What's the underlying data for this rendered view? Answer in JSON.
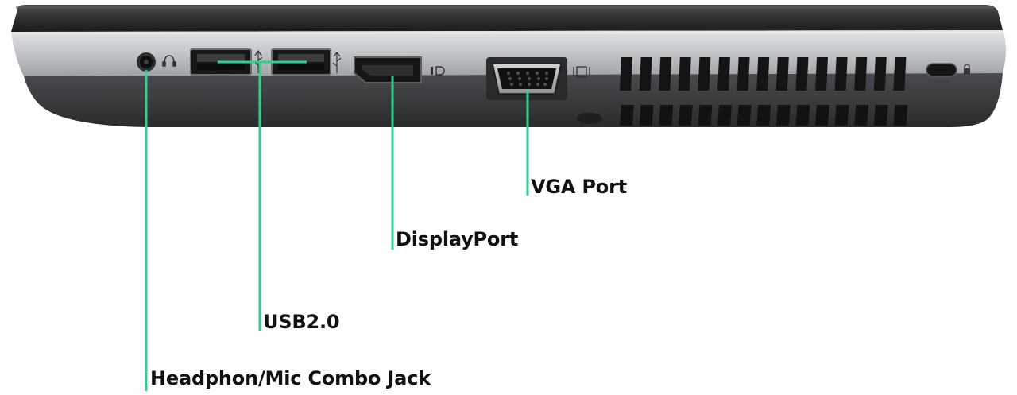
{
  "figure": {
    "labels": {
      "vga": "VGA Port",
      "displayport": "DisplayPort",
      "usb": "USB2.0",
      "jack": "Headphon/Mic Combo Jack"
    },
    "colors": {
      "callout_line": "#2fd08e",
      "chassis_top": "#2b2c2e",
      "chassis_silver": "#b9bcbf",
      "chassis_dark": "#3a3b3d",
      "port_black": "#141414"
    },
    "icons": [
      "headphone-icon",
      "usb-icon",
      "usb-ss-icon",
      "displayport-icon",
      "vga-icon",
      "lock-icon"
    ]
  }
}
